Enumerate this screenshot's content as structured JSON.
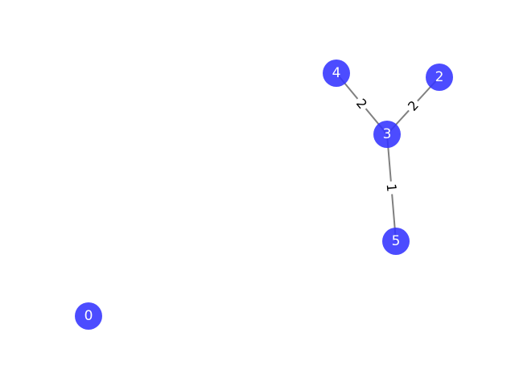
{
  "graph": {
    "colors": {
      "node": "#3333ff",
      "edge": "#808080",
      "edge_label": "#000000",
      "node_label": "#ffffff",
      "background": "#ffffff"
    },
    "nodes": [
      {
        "id": "0",
        "label": "0"
      },
      {
        "id": "2",
        "label": "2"
      },
      {
        "id": "3",
        "label": "3"
      },
      {
        "id": "4",
        "label": "4"
      },
      {
        "id": "5",
        "label": "5"
      }
    ],
    "edges": [
      {
        "source": "4",
        "target": "3",
        "weight": "2"
      },
      {
        "source": "2",
        "target": "3",
        "weight": "2"
      },
      {
        "source": "3",
        "target": "5",
        "weight": "1"
      }
    ]
  }
}
